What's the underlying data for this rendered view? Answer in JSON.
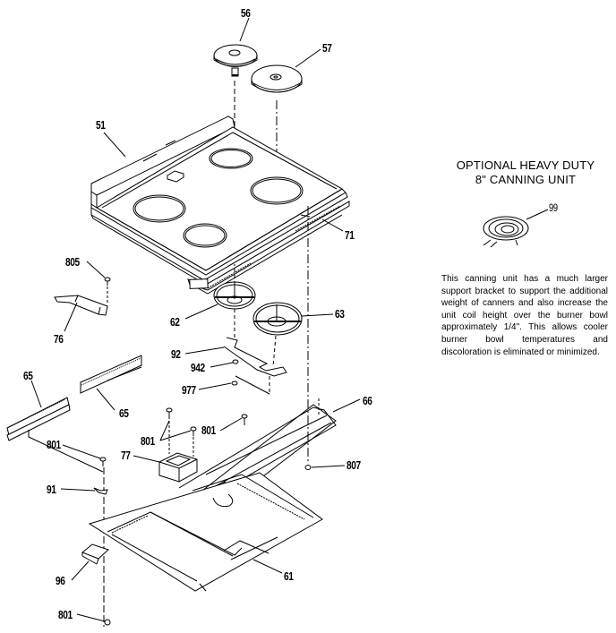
{
  "diagram": {
    "title": "Cooktop / Main Top Exploded Parts Diagram",
    "part_labels": [
      {
        "id": "56",
        "part": "surface-unit-small"
      },
      {
        "id": "57",
        "part": "surface-unit-large"
      },
      {
        "id": "51",
        "part": "main-top"
      },
      {
        "id": "71",
        "part": "front-trim"
      },
      {
        "id": "805",
        "part": "screw"
      },
      {
        "id": "76",
        "part": "bracket"
      },
      {
        "id": "62",
        "part": "burner-bowl-small"
      },
      {
        "id": "63",
        "part": "burner-bowl-large"
      },
      {
        "id": "92",
        "part": "support-bracket"
      },
      {
        "id": "942",
        "part": "washer"
      },
      {
        "id": "977",
        "part": "nut"
      },
      {
        "id": "65",
        "part": "side-trim-left"
      },
      {
        "id": "65",
        "part": "side-trim-right"
      },
      {
        "id": "66",
        "part": "rear-channel"
      },
      {
        "id": "801",
        "part": "screw-a"
      },
      {
        "id": "801",
        "part": "screw-b"
      },
      {
        "id": "801",
        "part": "screw-c"
      },
      {
        "id": "801",
        "part": "screw-d"
      },
      {
        "id": "77",
        "part": "receptacle-block"
      },
      {
        "id": "807",
        "part": "screw-rear"
      },
      {
        "id": "91",
        "part": "clip"
      },
      {
        "id": "96",
        "part": "hinge-bracket"
      },
      {
        "id": "61",
        "part": "burner-box"
      }
    ]
  },
  "sidebar": {
    "title_line1": "OPTIONAL HEAVY DUTY",
    "title_line2": "8\" CANNING UNIT",
    "canning_unit_label": "99",
    "description": "This canning unit has a much larger support bracket to support the additional weight of canners and also increase the unit coil height over the burner bowl approximately 1/4\". This allows cooler burner bowl temperatures and discoloration is eliminated or minimized."
  }
}
